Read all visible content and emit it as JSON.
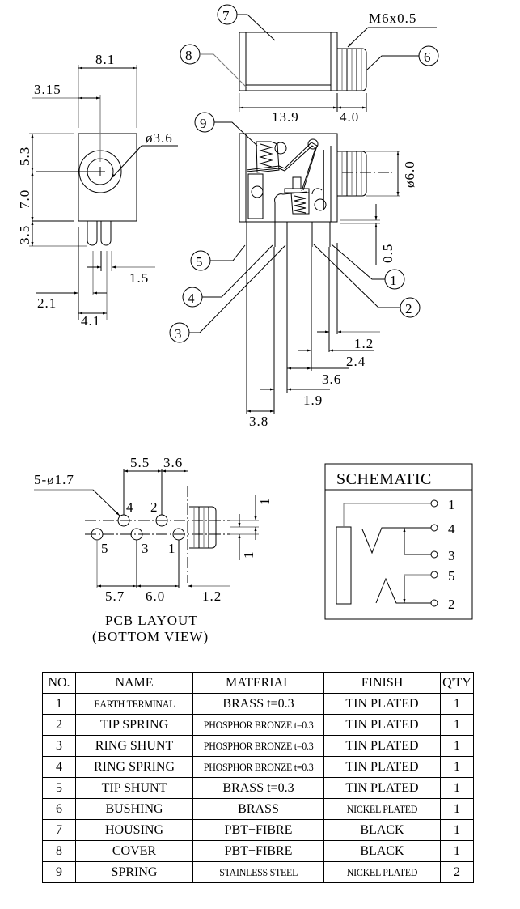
{
  "side_view": {
    "dims": {
      "width": "8.1",
      "center_offset": "3.15",
      "hole_diameter": "ø3.6",
      "top_height": "5.3",
      "body_height": "7.0",
      "pin_height": "3.5",
      "pin_gap": "1.5",
      "pin_offset": "2.1",
      "pin_span": "4.1"
    }
  },
  "top_view": {
    "thread_label": "M6x0.5",
    "body_length": "13.9",
    "bushing_length": "4.0",
    "callouts": [
      "7",
      "8",
      "6"
    ]
  },
  "front_view": {
    "bushing_diameter": "ø6.0",
    "pin_step": "0.5",
    "callouts": [
      "9",
      "5",
      "4",
      "3",
      "1",
      "2"
    ],
    "pin_dims": [
      "1.2",
      "2.4",
      "3.6",
      "1.9",
      "3.8"
    ]
  },
  "pcb_layout": {
    "hole_label": "5-ø1.7",
    "top_dims": [
      "5.5",
      "3.6"
    ],
    "bottom_dims": [
      "5.7",
      "6.0",
      "1.2"
    ],
    "side_dims": [
      "1",
      "1"
    ],
    "pin_labels": [
      "4",
      "2",
      "5",
      "3",
      "1"
    ],
    "title_line1": "PCB LAYOUT",
    "title_line2": "(BOTTOM VIEW)"
  },
  "schematic": {
    "title": "SCHEMATIC",
    "terminals": [
      "1",
      "4",
      "3",
      "5",
      "2"
    ]
  },
  "bom_table": {
    "headers": [
      "NO.",
      "NAME",
      "MATERIAL",
      "FINISH",
      "Q'TY"
    ],
    "rows": [
      {
        "no": "1",
        "name": "EARTH TERMINAL",
        "material": "BRASS t=0.3",
        "finish": "TIN PLATED",
        "qty": "1"
      },
      {
        "no": "2",
        "name": "TIP SPRING",
        "material": "PHOSPHOR BRONZE t=0.3",
        "finish": "TIN PLATED",
        "qty": "1"
      },
      {
        "no": "3",
        "name": "RING SHUNT",
        "material": "PHOSPHOR BRONZE t=0.3",
        "finish": "TIN PLATED",
        "qty": "1"
      },
      {
        "no": "4",
        "name": "RING SPRING",
        "material": "PHOSPHOR BRONZE t=0.3",
        "finish": "TIN PLATED",
        "qty": "1"
      },
      {
        "no": "5",
        "name": "TIP SHUNT",
        "material": "BRASS t=0.3",
        "finish": "TIN PLATED",
        "qty": "1"
      },
      {
        "no": "6",
        "name": "BUSHING",
        "material": "BRASS",
        "finish": "NICKEL PLATED",
        "qty": "1"
      },
      {
        "no": "7",
        "name": "HOUSING",
        "material": "PBT+FIBRE",
        "finish": "BLACK",
        "qty": "1"
      },
      {
        "no": "8",
        "name": "COVER",
        "material": "PBT+FIBRE",
        "finish": "BLACK",
        "qty": "1"
      },
      {
        "no": "9",
        "name": "SPRING",
        "material": "STAINLESS STEEL",
        "finish": "NICKEL PLATED",
        "qty": "2"
      }
    ]
  }
}
